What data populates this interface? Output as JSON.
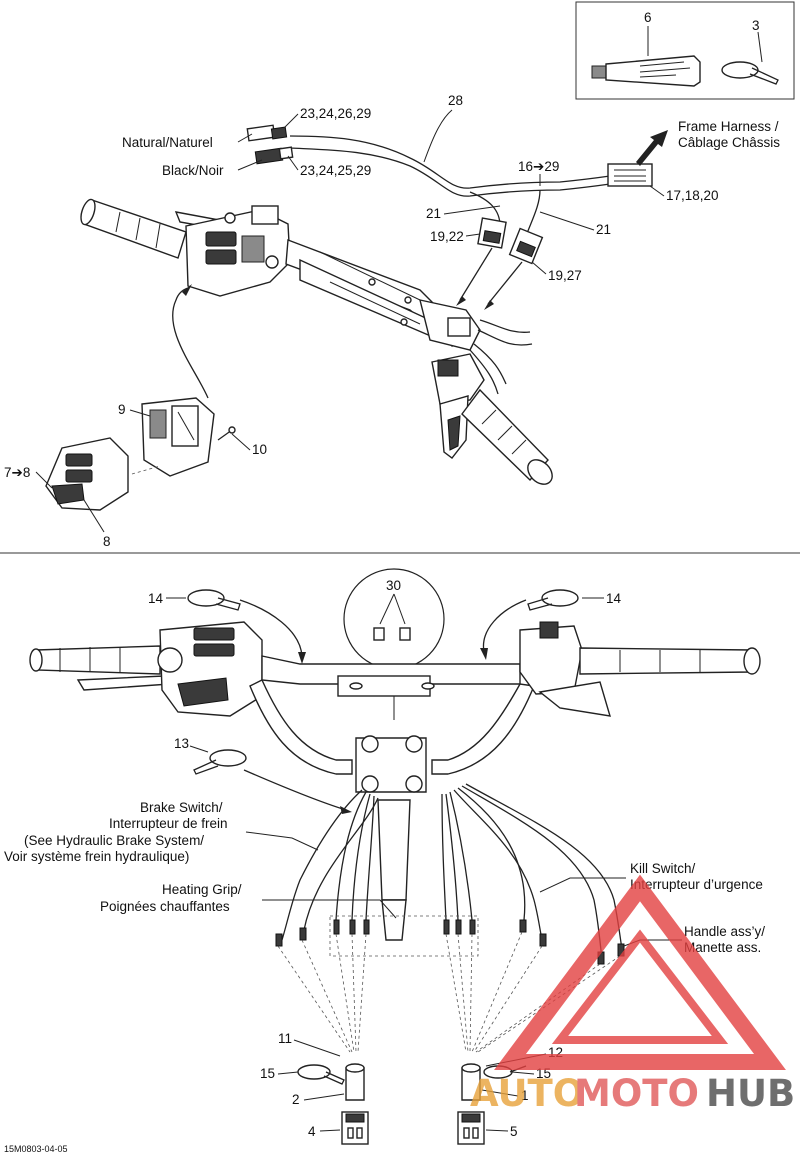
{
  "callouts": {
    "c6": "6",
    "c3": "3",
    "c28": "28",
    "c23a": "23,24,26,29",
    "c23b": "23,24,25,29",
    "natural": "Natural/Naturel",
    "black": "Black/Noir",
    "frame1": "Frame Harness /",
    "frame2": "Câblage Châssis",
    "c16": "16➔29",
    "c17": "17,18,20",
    "c21a": "21",
    "c21b": "21",
    "c1922": "19,22",
    "c1927": "19,27",
    "c9": "9",
    "c10": "10",
    "c78": "7➔8",
    "c8": "8",
    "c14a": "14",
    "c14b": "14",
    "c30": "30",
    "c13": "13",
    "brake1": "Brake Switch/",
    "brake2": "Interrupteur de frein",
    "brake3": "(See Hydraulic Brake System/",
    "brake4": "Voir système frein hydraulique)",
    "heat1": "Heating Grip/",
    "heat2": "Poignées chauffantes",
    "kill1": "Kill Switch/",
    "kill2": "Interrupteur d’urgence",
    "handle1": "Handle ass’y/",
    "handle2": "Manette ass.",
    "c11": "11",
    "c15a": "15",
    "c2": "2",
    "c4": "4",
    "c12": "12",
    "c15b": "15",
    "c1": "1",
    "c5": "5",
    "doc_code": "15M0803-04-05"
  },
  "watermark": {
    "part1": "AUTO",
    "part2": "MOTO",
    "part3": "HUB",
    "color_auto": "#e8a23a",
    "color_moto": "#e05a5a",
    "color_hub": "#4a4a4a",
    "logo_color": "#e34040"
  }
}
